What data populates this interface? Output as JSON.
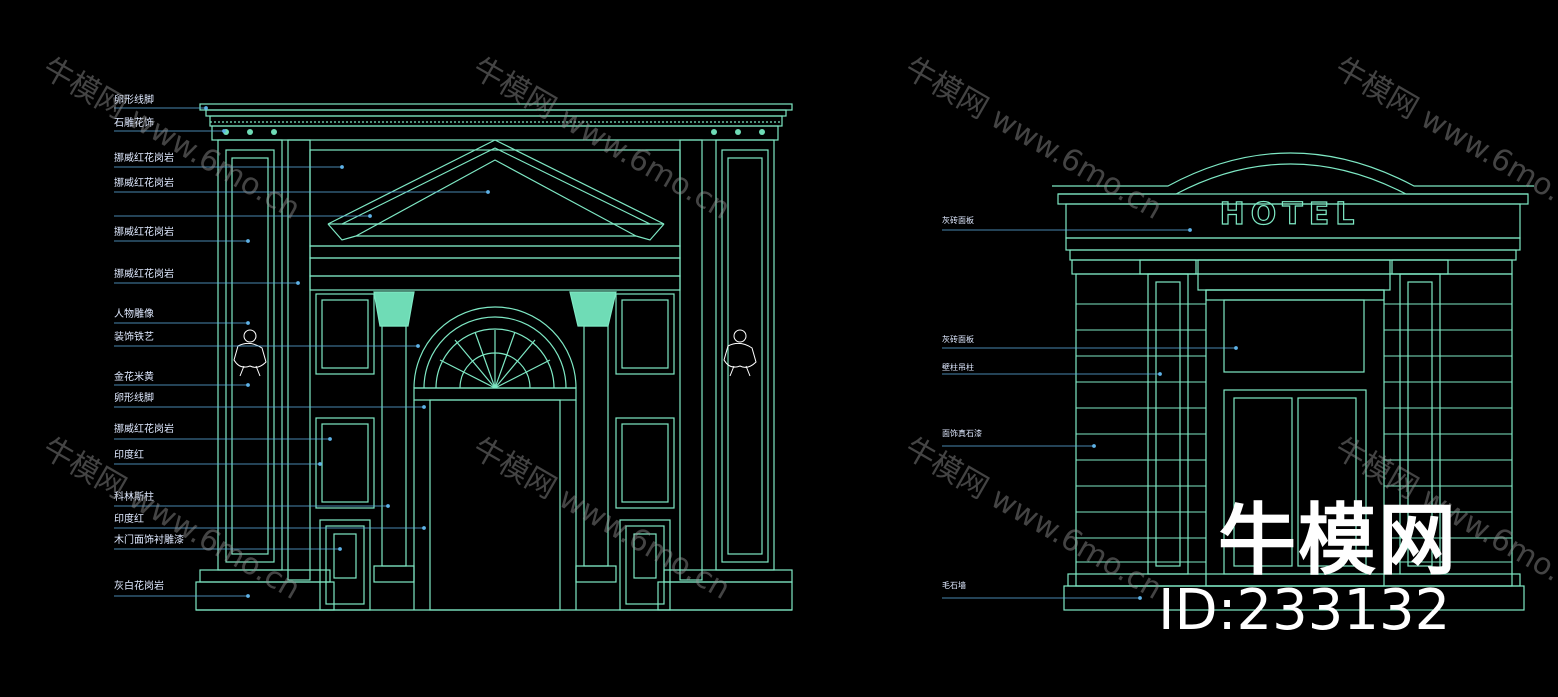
{
  "left_labels": [
    "卵形线脚",
    "石雕花饰",
    "挪威红花岗岩",
    "挪威红花岗岩",
    "挪威红花岗岩",
    "挪威红花岗岩",
    "人物雕像",
    "装饰铁艺",
    "金花米黄",
    "卵形线脚",
    "挪威红花岗岩",
    "印度红",
    "科林斯柱",
    "印度红",
    "木门面饰衬雕漆",
    "灰白花岗岩"
  ],
  "right_labels": [
    "灰砖面板",
    "灰砖面板",
    "壁柱吊柱",
    "面饰真石漆",
    "毛石墙"
  ],
  "hotel_sign": "HOTEL",
  "brand": {
    "name": "牛模网",
    "id": "ID:233132"
  },
  "watermark": {
    "logo": "牛模网",
    "url": "www.6mo.cn"
  },
  "colors": {
    "line": "#7ee8c4",
    "fill": "#6fdcb6",
    "text": "#dfe9ff",
    "leader": "#5fb3e8",
    "background": "#000000"
  }
}
